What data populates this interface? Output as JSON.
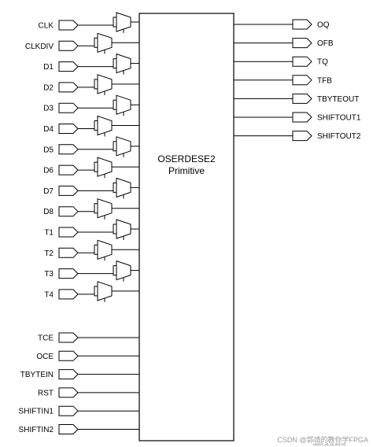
{
  "primitive": {
    "name": "OSERDESE2",
    "subtitle": "Primitive"
  },
  "inputs_muxed": [
    "CLK",
    "CLKDIV",
    "D1",
    "D2",
    "D3",
    "D4",
    "D5",
    "D6",
    "D7",
    "D8",
    "T1",
    "T2",
    "T3",
    "T4"
  ],
  "inputs_direct": [
    "TCE",
    "OCE",
    "TBYTEIN",
    "RST",
    "SHIFTIN1",
    "SHIFTIN2"
  ],
  "outputs": [
    "OQ",
    "OFB",
    "TQ",
    "TFB",
    "TBYTEOUT",
    "SHIFTOUT1",
    "SHIFTOUT2"
  ],
  "figure_id": "UG471_c3_16_021712",
  "watermark": "CSDN @郭靖的教你学FPGA",
  "colors": {
    "line": "#000000",
    "background": "#ffffff",
    "watermark": "#9a9a9a"
  }
}
